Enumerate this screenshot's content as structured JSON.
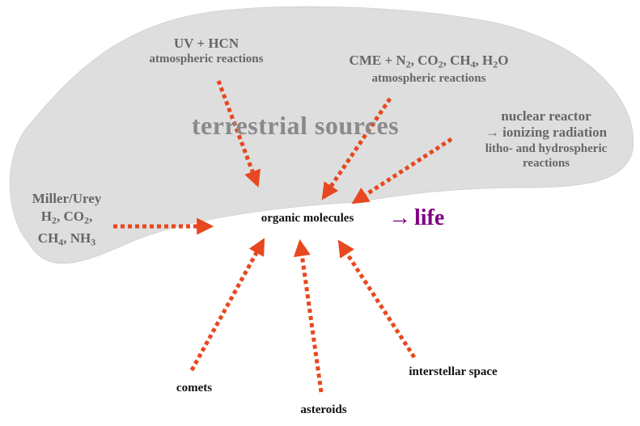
{
  "region_title": "terrestrial sources",
  "center": "organic molecules",
  "life": {
    "arrow": "→",
    "word": "life"
  },
  "sources": {
    "uv_hcn": {
      "line1": "UV + HCN",
      "line2": "atmospheric reactions"
    },
    "cme": {
      "prefix": "CME + N",
      "sub_n2": "2",
      "co": ", CO",
      "sub_co2": "2",
      "ch": ", CH",
      "sub_ch4": "4",
      "h": ", H",
      "sub_h2o": "2",
      "o": "O",
      "line2": "atmospheric reactions"
    },
    "nuclear": {
      "line1": "nuclear reactor",
      "line2": "→ ionizing radiation",
      "line3": "litho- and hydrospheric",
      "line4": "reactions"
    },
    "miller_urey": {
      "line1": "Miller/Urey",
      "h": "H",
      "sub_h2": "2",
      "co": ", CO",
      "sub_co2": "2",
      "comma": ",",
      "ch": "CH",
      "sub_ch4": "4",
      "nh": ", NH",
      "sub_nh3": "3"
    },
    "comets": "comets",
    "asteroids": "asteroids",
    "interstellar": "interstellar space"
  },
  "colors": {
    "blob": "#dedede",
    "arrow": "#e8471f",
    "arrow_faded": "#e88a70",
    "life": "#800080"
  }
}
